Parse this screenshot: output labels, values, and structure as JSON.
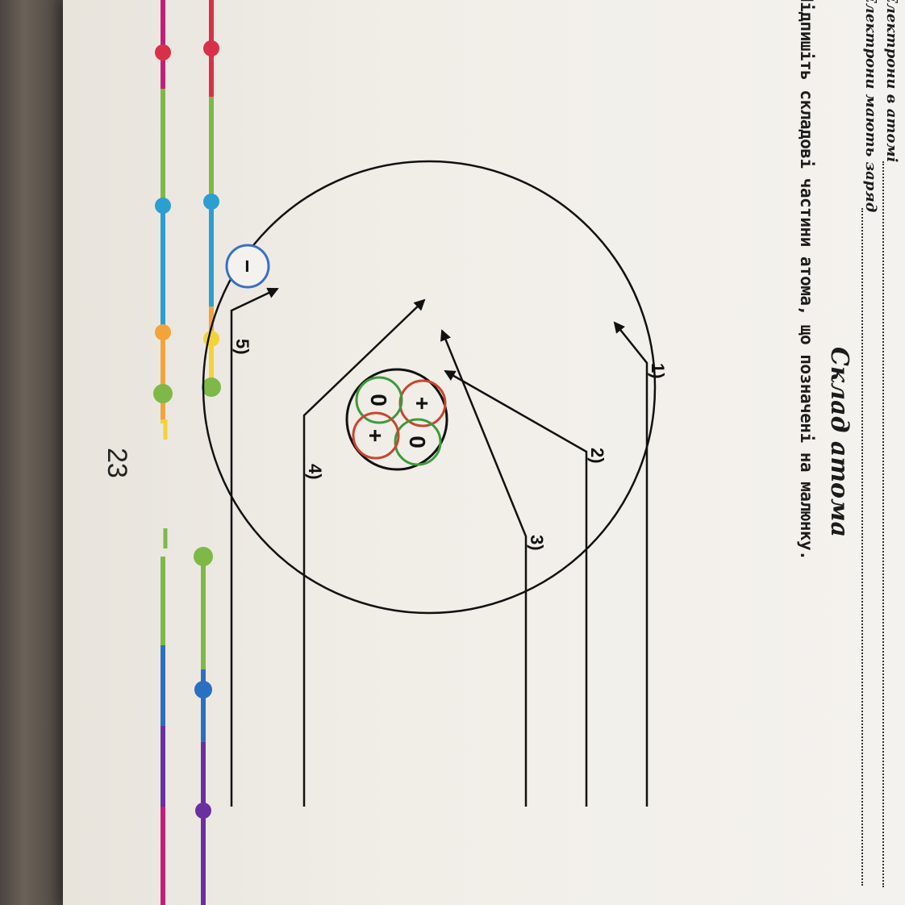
{
  "header": {
    "line1": "Електрони в атомі",
    "line2": "Електрони мають заряд"
  },
  "section_title": "Склад атома",
  "instruction": "Підпишіть складові частини атома, що позначені на малюнку.",
  "diagram": {
    "electron_sign": "−",
    "nucleus_particles": [
      "+",
      "0",
      "0",
      "+"
    ],
    "labels": [
      "1)",
      "2)",
      "3)",
      "4)",
      "5)"
    ]
  },
  "page_number": "23",
  "colors": {
    "red": "#d9304a",
    "orange": "#f2a43a",
    "yellow": "#f2d33a",
    "green": "#7fb848",
    "cyan": "#2a9fd0",
    "blue": "#2b6fc0",
    "purple": "#6a2fa0",
    "magenta": "#c0207a",
    "proton_ring": "#c9452f",
    "neutron_ring": "#3d9a3d",
    "electron_ring": "#3a6fc4"
  }
}
